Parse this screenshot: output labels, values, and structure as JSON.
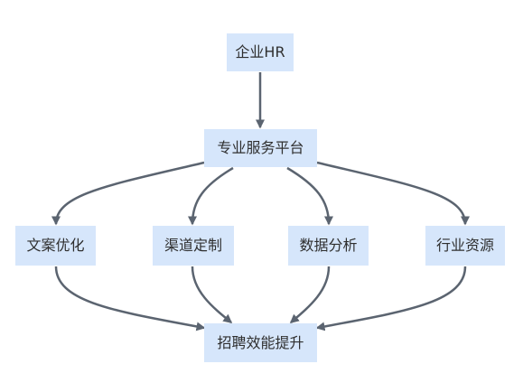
{
  "diagram": {
    "colors": {
      "node_fill": "#d6e6fb",
      "edge": "#5b6470",
      "text": "#2f2f2f"
    },
    "nodes": {
      "hr": "企业HR",
      "platform": "专业服务平台",
      "copy": "文案优化",
      "channel": "渠道定制",
      "data": "数据分析",
      "industry": "行业资源",
      "result": "招聘效能提升"
    },
    "edges": [
      {
        "from": "hr",
        "to": "platform"
      },
      {
        "from": "platform",
        "to": "copy"
      },
      {
        "from": "platform",
        "to": "channel"
      },
      {
        "from": "platform",
        "to": "data"
      },
      {
        "from": "platform",
        "to": "industry"
      },
      {
        "from": "copy",
        "to": "result"
      },
      {
        "from": "channel",
        "to": "result"
      },
      {
        "from": "data",
        "to": "result"
      },
      {
        "from": "industry",
        "to": "result"
      }
    ]
  }
}
